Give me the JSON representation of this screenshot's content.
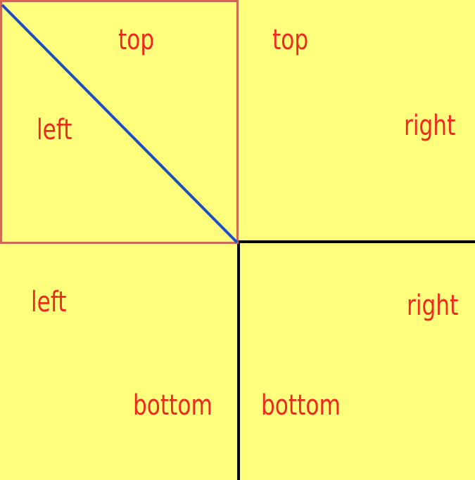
{
  "colors": {
    "background": "#fffe7d",
    "label_text": "#ee2a1f",
    "square_outline": "#d06a4f",
    "diagonal_line": "#1e4fc1",
    "divider_line": "#000000"
  },
  "labels": {
    "top_left_top": "top",
    "top_left_left": "left",
    "top_right_top": "top",
    "top_right_right": "right",
    "bottom_left_left": "left",
    "bottom_left_bottom": "bottom",
    "bottom_right_bottom": "bottom",
    "bottom_right_right": "right"
  }
}
